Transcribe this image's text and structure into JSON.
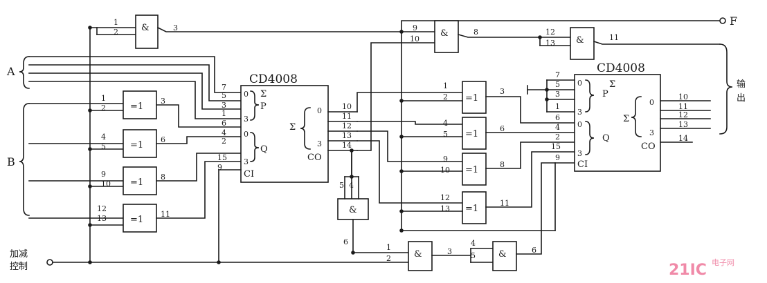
{
  "labels": {
    "A": "A",
    "B": "B",
    "F": "F",
    "control_line1": "加减",
    "control_line2": "控制",
    "output_line1": "输",
    "output_line2": "出"
  },
  "chips": [
    {
      "name": "CD4008"
    },
    {
      "name": "CD4008"
    }
  ],
  "chip_internal": {
    "sigma": "Σ",
    "P": "P",
    "Q": "Q",
    "CI": "CI",
    "CO": "CO",
    "bit0": "0",
    "bit3": "3"
  },
  "gate_symbols": {
    "and": "&",
    "xor": "=1"
  },
  "watermark": {
    "brand": "21IC",
    "site": "电子网"
  },
  "colors": {
    "wire": "#1a1a1a",
    "watermark": "#f08aa8"
  }
}
